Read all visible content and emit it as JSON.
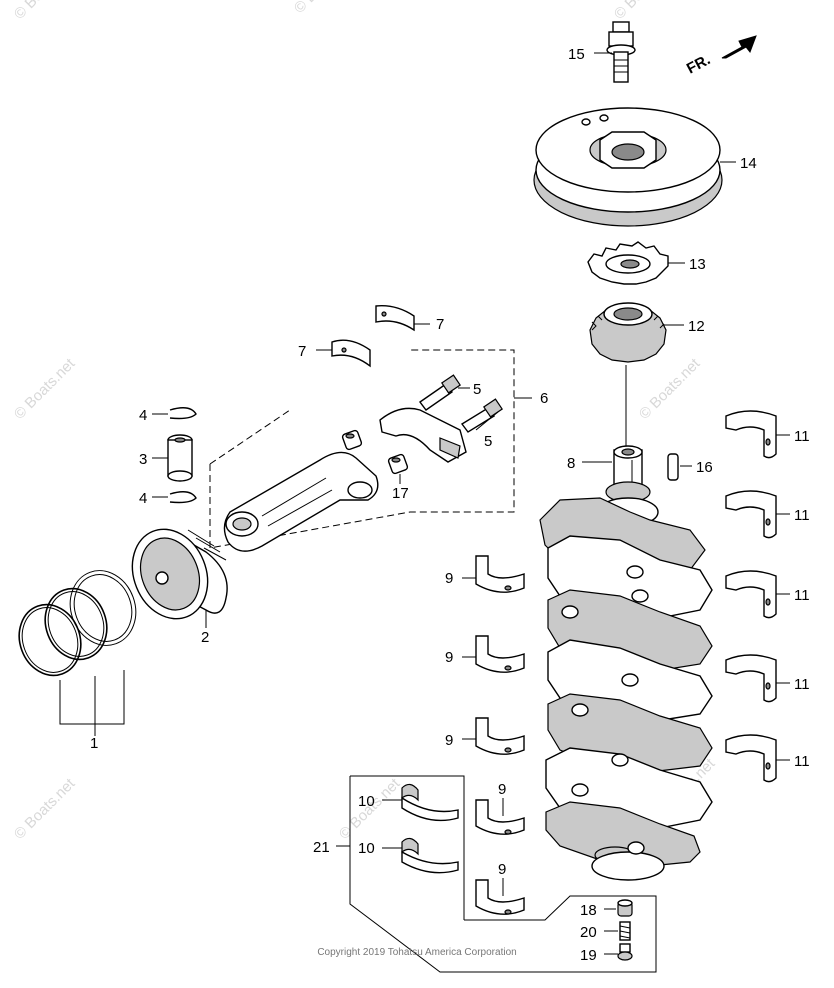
{
  "direction_label": "FR.",
  "copyright": "Copyright 2019 Tohatsu America Corporation",
  "watermark": "© Boats.net",
  "callouts": {
    "c1": "1",
    "c2": "2",
    "c3": "3",
    "c4a": "4",
    "c4b": "4",
    "c5a": "5",
    "c5b": "5",
    "c6": "6",
    "c7a": "7",
    "c7b": "7",
    "c8": "8",
    "c9a": "9",
    "c9b": "9",
    "c9c": "9",
    "c9d": "9",
    "c9e": "9",
    "c10a": "10",
    "c10b": "10",
    "c11a": "11",
    "c11b": "11",
    "c11c": "11",
    "c11d": "11",
    "c11e": "11",
    "c12": "12",
    "c13": "13",
    "c14": "14",
    "c15": "15",
    "c16": "16",
    "c17": "17",
    "c18": "18",
    "c19": "19",
    "c20": "20",
    "c21": "21"
  },
  "colors": {
    "line": "#000000",
    "shade": "#c9c9c9",
    "watermark": "#d8d8d8"
  },
  "icons": {
    "direction": "arrow-right-icon"
  }
}
